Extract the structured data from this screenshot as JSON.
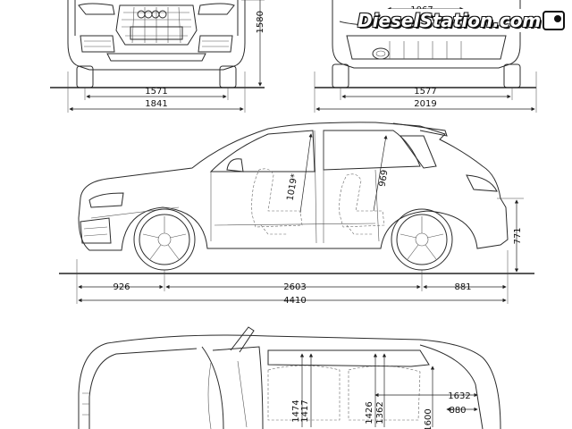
{
  "watermark": {
    "brand": "DieselStation.com",
    "tag_left": "",
    "tag_right": ""
  },
  "front_view": {
    "height": "1580",
    "track": "1571",
    "width": "1841"
  },
  "rear_view": {
    "mirror_dim": "1067",
    "track": "1577",
    "width": "2019"
  },
  "side_view": {
    "headroom_front": "1019*",
    "headroom_rear": "969",
    "rear_height": "771",
    "front_overhang": "926",
    "wheelbase": "2603",
    "rear_overhang": "881",
    "length": "4410"
  },
  "top_view": {
    "dims": [
      "1474",
      "1417",
      "1426",
      "1362",
      "1600"
    ],
    "cargo_width": "1632",
    "cargo_depth": "880"
  }
}
